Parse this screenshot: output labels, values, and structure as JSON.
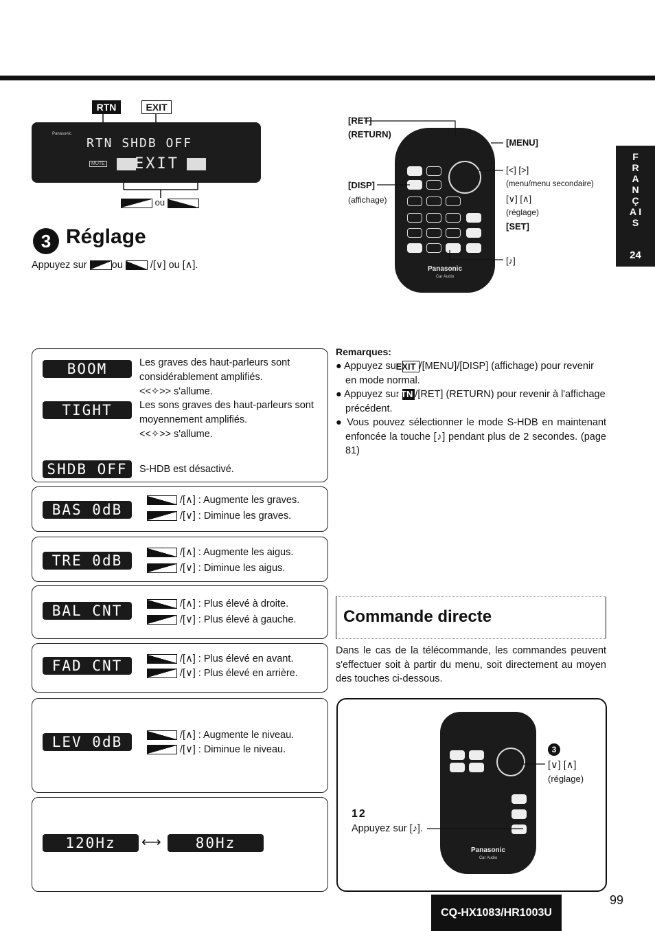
{
  "side_tab": {
    "letters": "F R A N Ç A I S",
    "page": "24"
  },
  "head_unit": {
    "rtn_label": "RTN",
    "exit_label": "EXIT",
    "display_text": "RTN SHDB OFF",
    "exit_display": "EXIT",
    "mute": "MUTE",
    "brand": "Panasonic",
    "caption_or": "ou"
  },
  "section3": {
    "number": "3",
    "title": "Réglage",
    "instr_prefix": "Appuyez sur",
    "instr_or": "ou",
    "instr_suffix": "/[∨] ou [∧]."
  },
  "remote_labels": {
    "ret": "[RET]",
    "return": "(RETURN)",
    "menu": "[MENU]",
    "disp": "[DISP]",
    "affichage": "(affichage)",
    "lr": "[<] [>]",
    "menu_sec": "(menu/menu secondaire)",
    "ud": "[∨] [∧]",
    "reglage": "(réglage)",
    "set": "[SET]",
    "note": "[♪]",
    "brand": "Panasonic",
    "sub": "Car Audio"
  },
  "modes": [
    {
      "lcd": "BOOM",
      "desc": "Les graves des haut-parleurs sont considérablement amplifiés.",
      "desc2": "<<✧>> s'allume."
    },
    {
      "lcd": "TIGHT",
      "desc": "Les sons graves des haut-parleurs sont moyennement amplifiés.",
      "desc2": "<<✧>> s'allume."
    },
    {
      "lcd": "SHDB OFF",
      "desc": "S-HDB est désactivé."
    }
  ],
  "settings": [
    {
      "lcd": "BAS  0dB",
      "up": "/[∧] : Augmente les graves.",
      "down": "/[∨] : Diminue les graves."
    },
    {
      "lcd": "TRE  0dB",
      "up": "/[∧] : Augmente les aigus.",
      "down": "/[∨] : Diminue les aigus."
    },
    {
      "lcd": "BAL CNT",
      "up": "/[∧] : Plus élevé à droite.",
      "down": "/[∨] : Plus élevé à gauche."
    },
    {
      "lcd": "FAD CNT",
      "up": "/[∧] : Plus élevé en avant.",
      "down": "/[∨] : Plus élevé en arrière."
    },
    {
      "lcd": "LEV  0dB",
      "up": "/[∧] : Augmente le niveau.",
      "down": "/[∨] : Diminue le niveau."
    }
  ],
  "freq": {
    "a": "120Hz",
    "b": "80Hz"
  },
  "remarks": {
    "title": "Remarques:",
    "items": [
      {
        "pre": "Appuyez sur",
        "key": "EXIT",
        "post": "/[MENU]/[DISP] (affichage) pour revenir en mode normal."
      },
      {
        "pre": "Appuyez sur",
        "key": "RTN",
        "post": "/[RET] (RETURN) pour revenir à l'affichage précédent."
      },
      {
        "text": "Vous pouvez sélectionner le mode S-HDB en maintenant enfoncée la touche [♪] pendant plus de 2 secondes. (page 81)"
      }
    ]
  },
  "direct": {
    "title": "Commande directe",
    "body": "Dans le cas de la télécommande, les commandes peuvent s'effectuer soit à partir du menu, soit directement au moyen des touches ci-dessous.",
    "steps12": "12",
    "appuyez": "Appuyez sur [♪].",
    "step3": "3",
    "ud": "[∨] [∧]",
    "reglage": "(réglage)",
    "brand": "Panasonic",
    "sub": "Car Audio"
  },
  "footer": {
    "model": "CQ-HX1083/HR1003U",
    "page": "99"
  }
}
